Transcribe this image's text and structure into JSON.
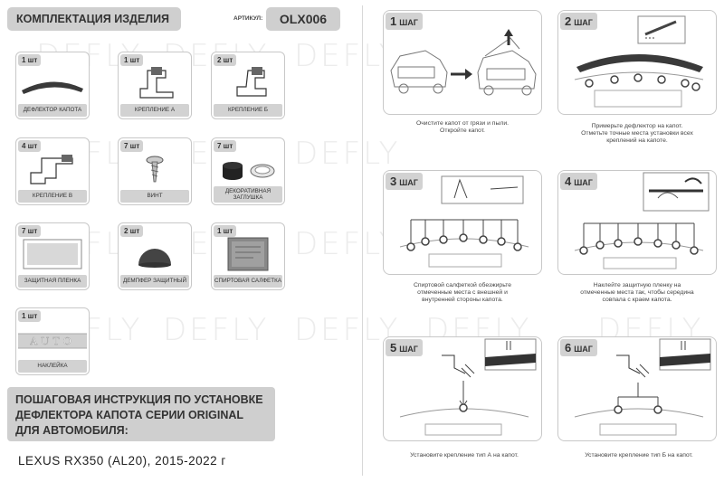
{
  "watermark": "DEFLY",
  "kit": {
    "title": "КОМПЛЕКТАЦИЯ ИЗДЕЛИЯ",
    "article_label": "АРТИКУЛ:",
    "article_code": "OLX006",
    "items": [
      {
        "qty": "1 шт",
        "label": "ДЕФЛЕКТОР КАПОТА",
        "icon": "deflector-icon"
      },
      {
        "qty": "1 шт",
        "label": "КРЕПЛЕНИЕ А",
        "icon": "bracket-a-icon"
      },
      {
        "qty": "2 шт",
        "label": "КРЕПЛЕНИЕ Б",
        "icon": "bracket-b-icon"
      },
      {
        "qty": "4 шт",
        "label": "КРЕПЛЕНИЕ В",
        "icon": "bracket-v-icon"
      },
      {
        "qty": "7 шт",
        "label": "ВИНТ",
        "icon": "screw-icon"
      },
      {
        "qty": "7 шт",
        "label": "ДЕКОРАТИВНАЯ ЗАГЛУШКА",
        "icon": "cap-plug-icon"
      },
      {
        "qty": "7 шт",
        "label": "ЗАЩИТНАЯ ПЛЕНКА",
        "icon": "protective-film-icon"
      },
      {
        "qty": "2 шт",
        "label": "ДЕМПФЕР ЗАЩИТНЫЙ",
        "icon": "damper-icon"
      },
      {
        "qty": "1 шт",
        "label": "СПИРТОВАЯ САЛФЕТКА",
        "icon": "alcohol-wipe-icon"
      },
      {
        "qty": "1 шт",
        "label": "НАКЛЕЙКА",
        "icon": "sticker-icon",
        "sticker_text": "AUTO"
      }
    ]
  },
  "instructions": {
    "title": "ПОШАГОВАЯ ИНСТРУКЦИЯ ПО УСТАНОВКЕ ДЕФЛЕКТОРА КАПОТА СЕРИИ ORIGINAL ДЛЯ АВТОМОБИЛЯ:",
    "model": "LEXUS  RX350 (AL20), 2015-2022 г"
  },
  "steps": [
    {
      "num": "1",
      "word": "ШАГ",
      "caption": "Очистите капот от грязи и пыли. Откройте капот."
    },
    {
      "num": "2",
      "word": "ШАГ",
      "caption": "Примерьте дефлектор на капот. Отметьте точные места установки всех креплений на капоте."
    },
    {
      "num": "3",
      "word": "ШАГ",
      "caption": "Спиртовой салфеткой обезжирьте отмеченные места с внешней и внутренней стороны капота."
    },
    {
      "num": "4",
      "word": "ШАГ",
      "caption": "Наклейте защитную пленку на отмеченные места так, чтобы середина совпала с краем капота."
    },
    {
      "num": "5",
      "word": "ШАГ",
      "caption": "Установите крепление тип А на капот."
    },
    {
      "num": "6",
      "word": "ШАГ",
      "caption": "Установите крепление тип Б на капот."
    }
  ],
  "colors": {
    "label_bg": "#d2d2d2",
    "deflector": "#3a3a3a",
    "border": "#c8c8c8"
  }
}
